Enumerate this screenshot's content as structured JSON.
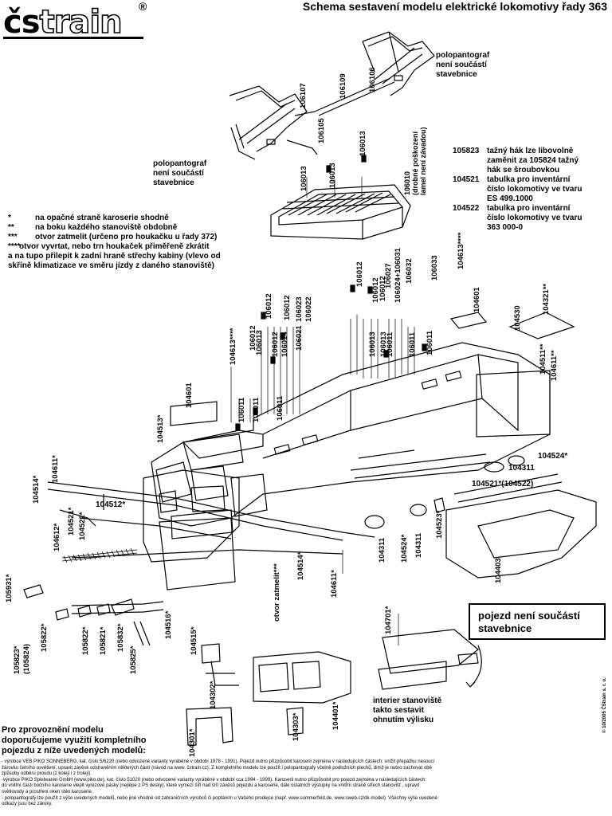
{
  "logo": {
    "text_cs": "čs",
    "text_train": "train",
    "registered": "®"
  },
  "title": "Schema sestavení modelu elektrické lokomotivy řady 363",
  "legend": {
    "items": [
      {
        "mark": "*",
        "text": "na opačné straně karoserie shodně"
      },
      {
        "mark": "**",
        "text": "na boku každého stanoviště obdobně"
      },
      {
        "mark": "***",
        "text": "otvor zatmelit (určeno pro houkačku u řady 372)"
      },
      {
        "mark": "****",
        "text": "otvor vyvrtat, nebo trn houkaček přiměřeně zkrátit"
      }
    ],
    "continuation": [
      "a na tupo přilepit k zadní hraně střechy kabiny (vlevo od",
      "skříně klimatizace ve směru jízdy  z daného stanoviště)"
    ]
  },
  "pantograph_notes": {
    "right": [
      "polopantograf",
      "není součástí",
      "stavebnice"
    ],
    "left": [
      "polopantograf",
      "není součástí",
      "stavebnice"
    ]
  },
  "parts_list": [
    {
      "number": "105823",
      "lines": [
        "tažný hák lze libovolně",
        "zaměnit za 105824 tažný",
        "hák se šroubovkou"
      ]
    },
    {
      "number": "104521",
      "lines": [
        "tabulka pro inventární",
        "číslo lokomotivy ve tvaru",
        "ES 499.1000"
      ]
    },
    {
      "number": "104522",
      "lines": [
        "tabulka pro inventární",
        "číslo lokomotivy ve tvaru",
        "363 000-0"
      ]
    }
  ],
  "roof_note": [
    "106010",
    "(drobné poškození",
    "lamel není závadou)"
  ],
  "chassis_box": [
    "pojezd není součástí",
    "stavebnice"
  ],
  "interior_note": [
    "interier stanoviště",
    "takto sestavit",
    "ohnutím výlisku"
  ],
  "bottom_heading": [
    "Pro zprovoznění modelu",
    "doporučujeme využití kompletního",
    "pojezdu z níže uvedených modelů:"
  ],
  "footnotes": [
    "- výrobce VEB PIKO SONNEBERG, kat. číslo 5/6220 (nebo odvozené varianty vyráběné v období 1978 - 1991). Pojezd nutno přizpůsobit karoserii zejména v následujících částech: snížit přepážku nesoucí",
    "žárovku čelního osvětlení, upravit závěsk odstraněním některých částí (návod na www. čstrain.cz). Z kompletního modelu lze použít i polopantografy včetně podložních plechů, dimž je nutno zachovat obě",
    "způsoby odběru proudu (z kolejí i z trolejí).",
    "-výrobce PIKO Spielwaren GmbH (www.piko.de), kat. číslo 51020 (nebo odvozené varianty vyráběné v období cca 1994 - 1999). Karoserii nutno přizpůsobit pro pojezd zejména v následujících částech:",
    "do vnitřní části bočního karoserie vlepit vyrezové pásky (nejlépe z PS desky), které vymezí šířl nad šíří závěsů pojezdu a karoserie, dále ostatních výstupky na vnitřní straně střech stanovišť , upravit",
    "světlovody a prostření oken stěn karoserie.",
    "- polopantografy lze použít z výše uvedených modelů, nebo jiné vhodné od zahraničních výrobců či poptáním u Vašeho prodejce (např. www.sommerfeld.de, www.sweb.cz/dk-model). Všechny výše uvedené",
    "odkazy jsou bez záruky."
  ],
  "copyright": "© 10/2005 ČStrain s. r. o.",
  "part_labels_h": [
    "104512*",
    "104524*",
    "104311",
    "104521*(104522)"
  ],
  "part_labels_v": [
    "106107",
    "106105",
    "106109",
    "106106",
    "106013",
    "106013",
    "106013",
    "106012",
    "106012",
    "106012",
    "106027",
    "106024+106031",
    "106032",
    "106033",
    "104613****",
    "104601",
    "104321**",
    "104530",
    "104511**",
    "104611**",
    "106013",
    "106013",
    "106011",
    "106011",
    "106011",
    "104613****",
    "106012",
    "106012",
    "106023",
    "106022",
    "106013",
    "106012",
    "106014",
    "106021",
    "106012",
    "106011",
    "106011",
    "106011",
    "104601",
    "104513*",
    "104514*",
    "104611*",
    "104521*",
    "104522*",
    "104612*",
    "105931*",
    "105823*",
    "(105824)",
    "105822*",
    "105822*",
    "105821*",
    "105832*",
    "105825*",
    "104516*",
    "104515*",
    "104302*",
    "104303*",
    "104301*",
    "104401*",
    "104514*",
    "104611*",
    "otvor zatmelit***",
    "104311",
    "104524*",
    "104311",
    "104523*",
    "104403",
    "104701*"
  ]
}
